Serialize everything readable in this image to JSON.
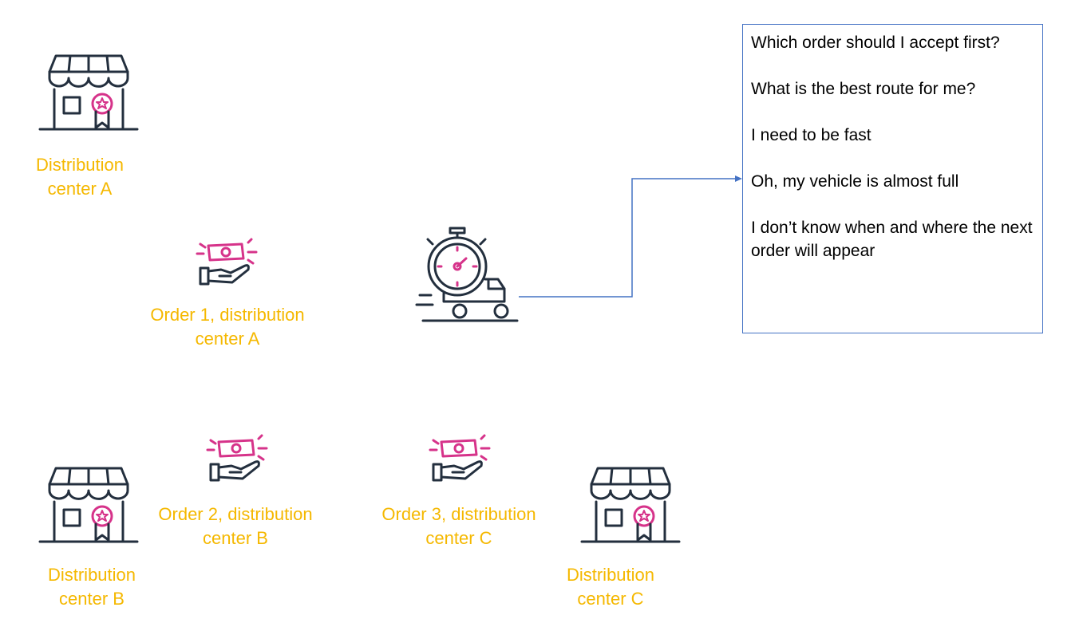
{
  "colors": {
    "label": "#f5b800",
    "icon_stroke": "#232f3e",
    "icon_accent": "#d6338a",
    "connector": "#4472c4"
  },
  "stores": [
    {
      "icon": "store-icon",
      "line1": "Distribution",
      "line2": "center A"
    },
    {
      "icon": "store-icon",
      "line1": "Distribution",
      "line2": "center B"
    },
    {
      "icon": "store-icon",
      "line1": "Distribution",
      "line2": "center C"
    }
  ],
  "orders": [
    {
      "icon": "cash-hand-icon",
      "line1": "Order 1, distribution",
      "line2": "center A"
    },
    {
      "icon": "cash-hand-icon",
      "line1": "Order 2, distribution",
      "line2": "center B"
    },
    {
      "icon": "cash-hand-icon",
      "line1": "Order 3, distribution",
      "line2": "center C"
    }
  ],
  "vehicle": {
    "icon": "delivery-truck-stopwatch-icon"
  },
  "thoughts": [
    "Which order should I accept first?",
    "What is the best route for me?",
    "I need to be fast",
    "Oh, my vehicle is almost full",
    "I don’t know when and where the next order will appear"
  ]
}
